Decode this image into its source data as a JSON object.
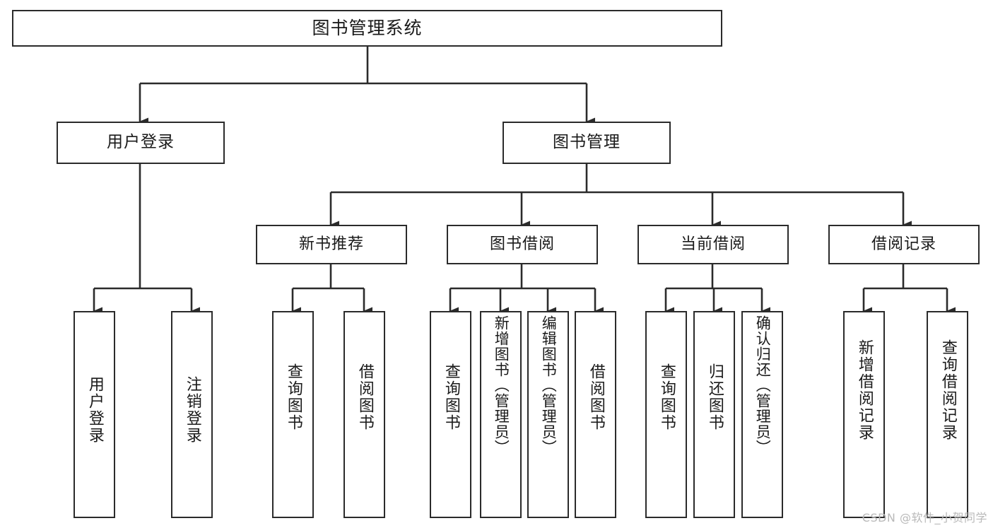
{
  "diagram": {
    "title": "图书管理系统",
    "type": "tree",
    "orientation": "top-down",
    "colors": {
      "box_border": "#2b2b2b",
      "box_fill": "#ffffff",
      "connector": "#2b2b2b",
      "background": "#ffffff",
      "watermark": "#b9b9b9"
    },
    "nodes": {
      "root": {
        "label": "图书管理系统"
      },
      "level1": [
        {
          "id": "user-login",
          "label": "用户登录"
        },
        {
          "id": "book-management",
          "label": "图书管理"
        }
      ],
      "level2": [
        {
          "id": "new-book-recommend",
          "label": "新书推荐"
        },
        {
          "id": "book-borrow",
          "label": "图书借阅"
        },
        {
          "id": "current-borrow",
          "label": "当前借阅"
        },
        {
          "id": "borrow-record",
          "label": "借阅记录"
        }
      ],
      "leaves": {
        "user_login": [
          {
            "id": "leaf-user-login",
            "label": "用户登录"
          },
          {
            "id": "leaf-logout",
            "label": "注销登录"
          }
        ],
        "new_book_recommend": [
          {
            "id": "leaf-query-book-1",
            "label": "查询图书"
          },
          {
            "id": "leaf-borrow-book-1",
            "label": "借阅图书"
          }
        ],
        "book_borrow": [
          {
            "id": "leaf-query-book-2",
            "label": "查询图书"
          },
          {
            "id": "leaf-add-book",
            "label": "新增图书（管理员）"
          },
          {
            "id": "leaf-edit-book",
            "label": "编辑图书（管理员）"
          },
          {
            "id": "leaf-borrow-book-2",
            "label": "借阅图书"
          }
        ],
        "current_borrow": [
          {
            "id": "leaf-query-book-3",
            "label": "查询图书"
          },
          {
            "id": "leaf-return-book",
            "label": "归还图书"
          },
          {
            "id": "leaf-confirm-return",
            "label": "确认归还（管理员）"
          }
        ],
        "borrow_record": [
          {
            "id": "leaf-add-record",
            "label": "新增借阅记录"
          },
          {
            "id": "leaf-query-record",
            "label": "查询借阅记录"
          }
        ]
      }
    }
  },
  "watermark": {
    "text": "CSDN @软件_小贺同学"
  }
}
